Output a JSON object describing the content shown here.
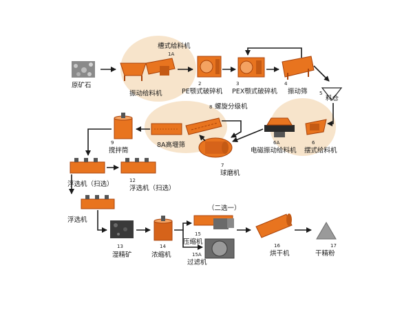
{
  "colors": {
    "machine": "#e8741f",
    "machine_dark": "#a8420a",
    "halo": "#f6dfc2",
    "arrow": "#1a1a1a",
    "ore": "#8a8a8a",
    "dark_ore": "#3a3a3a"
  },
  "equipment": {
    "raw_ore": {
      "label": "原矿石"
    },
    "trough_feeder": {
      "num": "1A",
      "label": "槽式给料机"
    },
    "vibrating_feeder": {
      "label": "振动给料机"
    },
    "pe_crusher": {
      "num": "2",
      "label": "PE颚式破碎机"
    },
    "pex_crusher": {
      "num": "3",
      "label": "PEX颚式破碎机"
    },
    "vibrating_screen": {
      "num": "4",
      "label": "振动筛"
    },
    "silo": {
      "num": "5",
      "label": "料仓"
    },
    "swing_feeder": {
      "num": "6",
      "label": "摆式给料机"
    },
    "electromagnetic_feeder": {
      "num": "6A",
      "label": "电磁振动给料机"
    },
    "ball_mill": {
      "num": "7",
      "label": "球磨机"
    },
    "spiral_classifier": {
      "num": "8",
      "label": "螺旋分级机"
    },
    "high_weir_classifier": {
      "label": "8A高堰筛"
    },
    "agitation_tank": {
      "num": "9",
      "label": "搅拌筒"
    },
    "flotation_sweep_1": {
      "label": "浮选机（扫选）"
    },
    "flotation_sweep_2": {
      "num": "12",
      "label": "浮选机（扫选）"
    },
    "flotation_3": {
      "label": "浮选机"
    },
    "wet_concentrate": {
      "num": "13",
      "label": "湿精矿"
    },
    "thickener": {
      "num": "14",
      "label": "浓缩机"
    },
    "filter_press": {
      "num": "15",
      "label": "压缩机"
    },
    "choose_one": {
      "label": "（二选一）"
    },
    "filter": {
      "num": "15A",
      "label": "过滤机"
    },
    "dryer": {
      "num": "16",
      "label": "烘干机"
    },
    "dry_concentrate": {
      "num": "17",
      "label": "干精粉"
    }
  }
}
